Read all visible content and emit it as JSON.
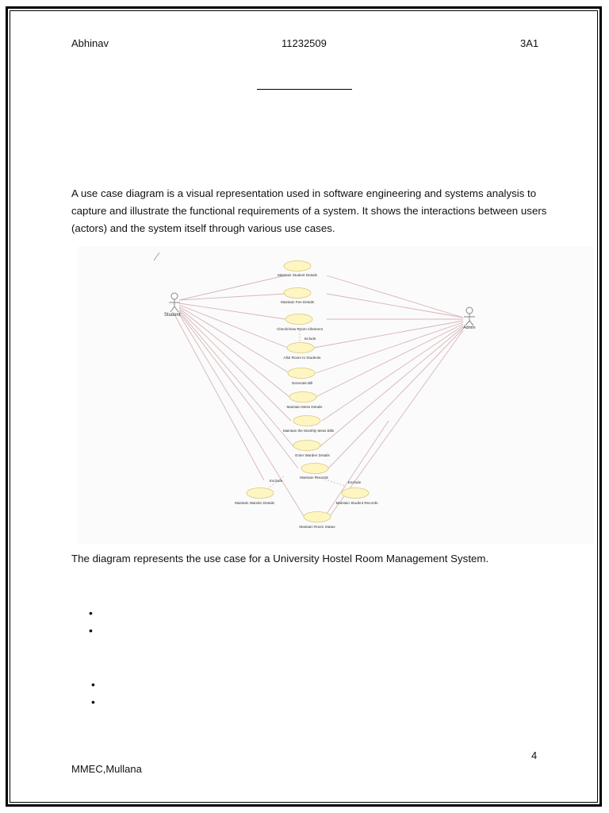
{
  "header": {
    "name": "Abhinav",
    "roll": "11232509",
    "section": "3A1"
  },
  "intro": "A use case diagram is a visual representation used in software engineering and systems analysis to capture and illustrate the functional requirements of a system. It shows the interactions between users (actors) and the system itself through various use cases.",
  "diagram": {
    "actors": {
      "student": "Student",
      "admin": "Admin"
    },
    "use_cases": {
      "uc1": "Maintain Student Details",
      "uc2": "Maintain Fee Details",
      "uc3": "Check/View Room Allotment",
      "uc4": "Allot Room to Students",
      "uc5": "Generate Bill",
      "uc6": "Maintain Mess Details",
      "uc7": "Maintain the Monthly Mess Bills",
      "uc8": "Enter Warden Details",
      "uc9": "Maintain Records",
      "uc10": "Maintain Warden Details",
      "uc11": "Maintain Student Records",
      "uc12": "Maintain Room Status"
    },
    "relations": {
      "include": "Include",
      "exclude_left": "Exclude",
      "exclude_right": "Exclude"
    },
    "colors": {
      "ellipse_fill": "#fdf6c3",
      "ellipse_stroke": "#d9c77a",
      "line": "#d8b4b8"
    }
  },
  "caption": "The diagram represents the use case for a University Hostel Room Management System.",
  "bullets": [
    "",
    "",
    "",
    ""
  ],
  "footer": {
    "institution": "MMEC,Mullana",
    "page": "4"
  }
}
